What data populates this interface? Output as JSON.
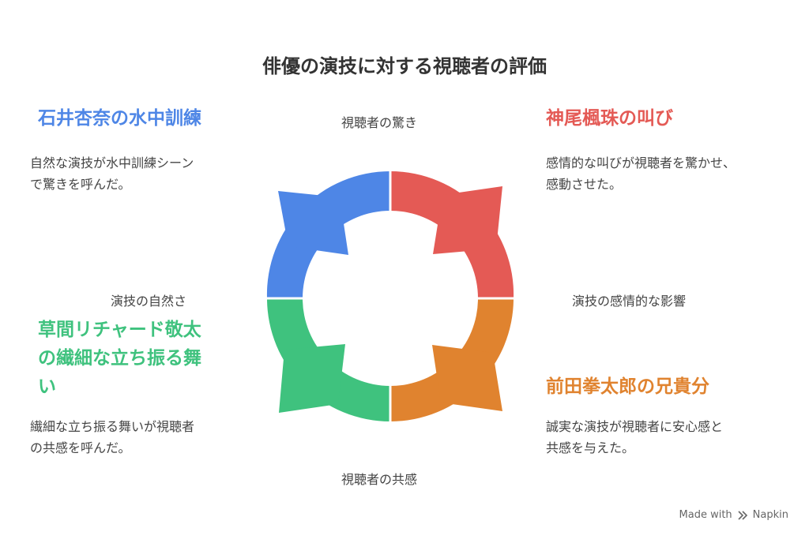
{
  "title": "俳優の演技に対する視聴者の評価",
  "axes": {
    "top": "視聴者の驚き",
    "right": "演技の感情的な影響",
    "bottom": "視聴者の共感",
    "left": "演技の自然さ"
  },
  "quadrants": [
    {
      "id": "top-left",
      "heading": "石井杏奈の水中訓練",
      "desc_lines": [
        "自然な演技が水中訓練シーン",
        "で驚きを呼んだ。"
      ],
      "color": "#4E86E6"
    },
    {
      "id": "top-right",
      "heading": "神尾楓珠の叫び",
      "desc_lines": [
        "感情的な叫びが視聴者を驚かせ、",
        "感動させた。"
      ],
      "color": "#E45A55"
    },
    {
      "id": "bottom-left",
      "heading_lines": [
        "草間リチャード敬太",
        "の繊細な立ち振る舞",
        "い"
      ],
      "desc_lines": [
        "繊細な立ち振る舞いが視聴者",
        "の共感を呼んだ。"
      ],
      "color": "#3FC27E"
    },
    {
      "id": "bottom-right",
      "heading": "前田拳太郎の兄貴分",
      "desc_lines": [
        "誠実な演技が視聴者に安心感と",
        "共感を与えた。"
      ],
      "color": "#E0832F"
    }
  ],
  "footer": {
    "made_with": "Made with",
    "brand": "Napkin"
  }
}
